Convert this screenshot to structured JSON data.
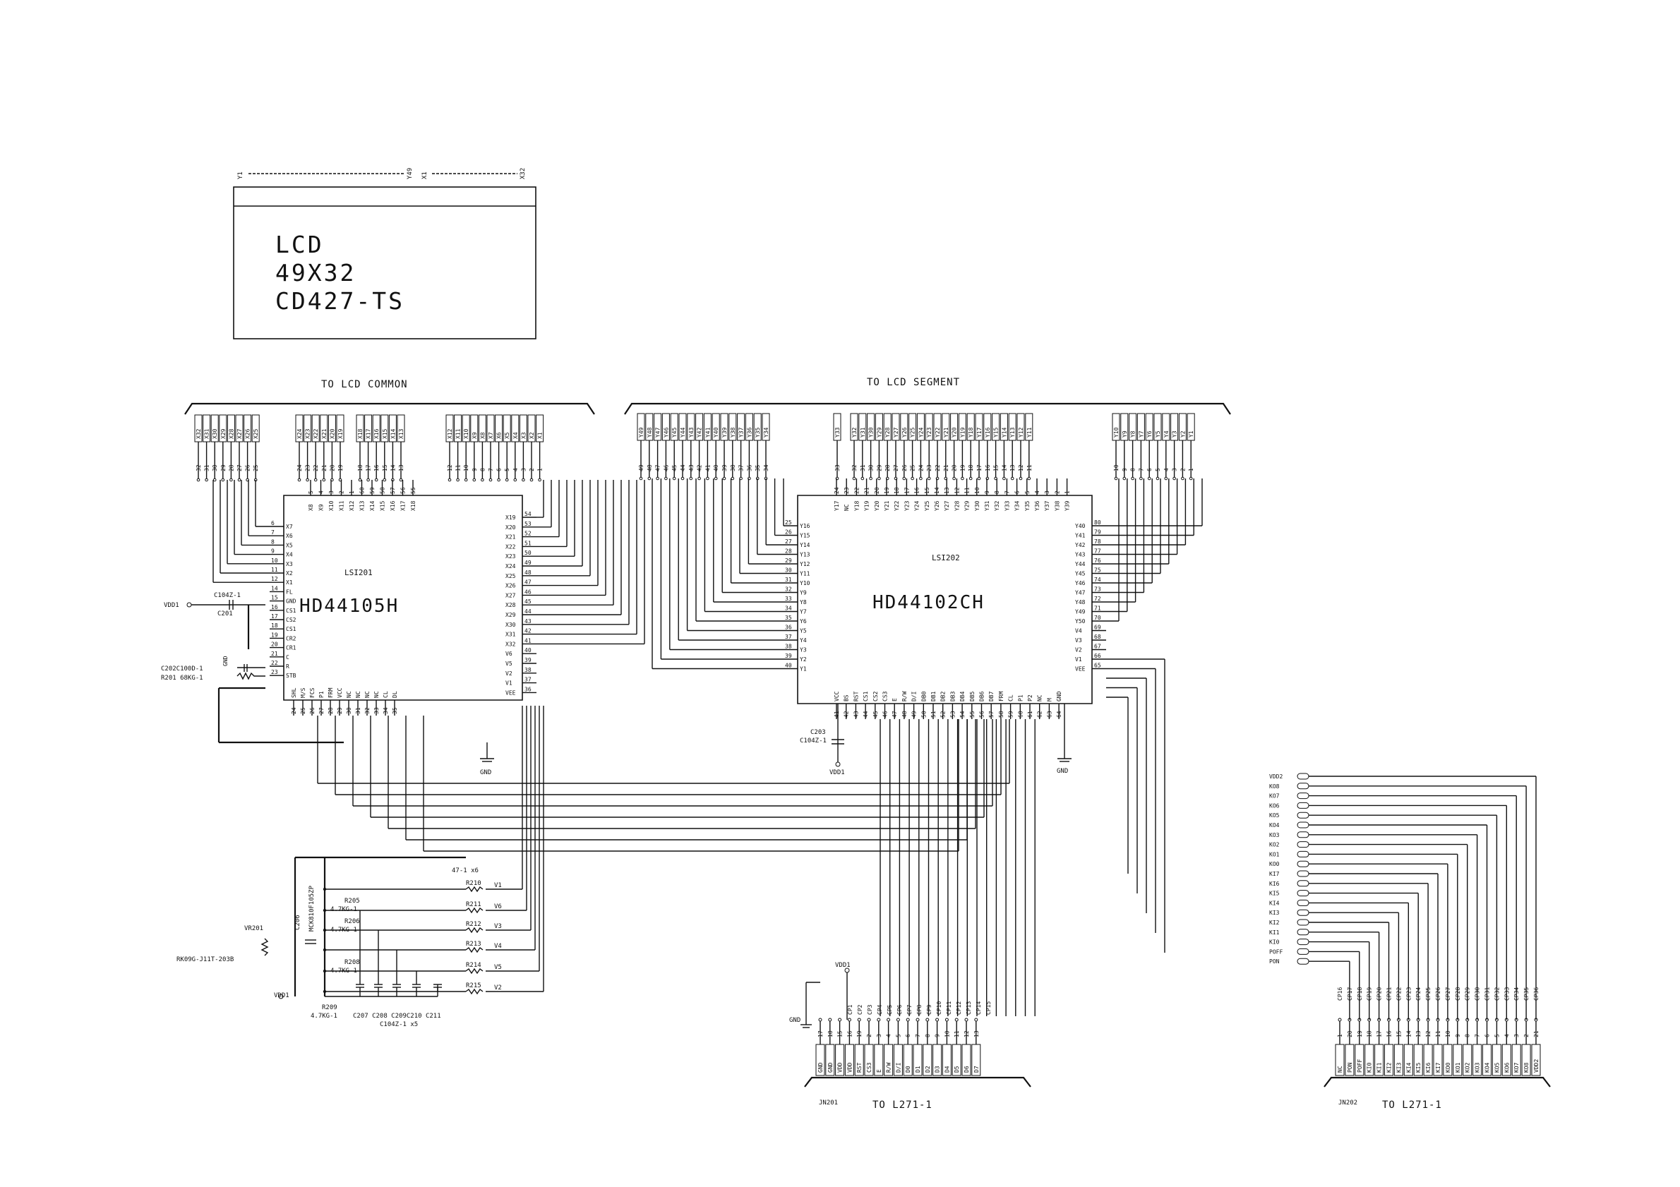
{
  "lcd": {
    "lines": [
      "LCD",
      "49X32",
      "CD427-TS"
    ],
    "top_labels": [
      "Y1",
      "Y49",
      "X1",
      "X32"
    ]
  },
  "headers": {
    "common": "TO LCD  COMMON",
    "segment": "TO LCD  SEGMENT"
  },
  "lsi201": {
    "ref": "LSI201",
    "part": "HD44105H",
    "left_pins": [
      {
        "num": "6",
        "name": "X7"
      },
      {
        "num": "7",
        "name": "X6"
      },
      {
        "num": "8",
        "name": "X5"
      },
      {
        "num": "9",
        "name": "X4"
      },
      {
        "num": "10",
        "name": "X3"
      },
      {
        "num": "11",
        "name": "X2"
      },
      {
        "num": "12",
        "name": "X1"
      },
      {
        "num": "14",
        "name": "FL"
      },
      {
        "num": "15",
        "name": "GND"
      },
      {
        "num": "16",
        "name": "CS1"
      },
      {
        "num": "17",
        "name": "CS2"
      },
      {
        "num": "18",
        "name": "CS1"
      },
      {
        "num": "19",
        "name": "CR2"
      },
      {
        "num": "20",
        "name": "CR1"
      },
      {
        "num": "21",
        "name": "C"
      },
      {
        "num": "22",
        "name": "R"
      },
      {
        "num": "23",
        "name": "STB"
      }
    ],
    "right_pins": [
      {
        "num": "54",
        "name": "X19"
      },
      {
        "num": "53",
        "name": "X20"
      },
      {
        "num": "52",
        "name": "X21"
      },
      {
        "num": "51",
        "name": "X22"
      },
      {
        "num": "50",
        "name": "X23"
      },
      {
        "num": "49",
        "name": "X24"
      },
      {
        "num": "48",
        "name": "X25"
      },
      {
        "num": "47",
        "name": "X26"
      },
      {
        "num": "46",
        "name": "X27"
      },
      {
        "num": "45",
        "name": "X28"
      },
      {
        "num": "44",
        "name": "X29"
      },
      {
        "num": "43",
        "name": "X30"
      },
      {
        "num": "42",
        "name": "X31"
      },
      {
        "num": "41",
        "name": "X32"
      },
      {
        "num": "40",
        "name": "V6"
      },
      {
        "num": "39",
        "name": "V5"
      },
      {
        "num": "38",
        "name": "V2"
      },
      {
        "num": "37",
        "name": "V1"
      },
      {
        "num": "36",
        "name": "VEE"
      }
    ],
    "top_pins": [
      {
        "num": "5",
        "name": "X8"
      },
      {
        "num": "4",
        "name": "X9"
      },
      {
        "num": "3",
        "name": "X10"
      },
      {
        "num": "2",
        "name": "X11"
      },
      {
        "num": "1",
        "name": "X12"
      },
      {
        "num": "60",
        "name": "X13"
      },
      {
        "num": "59",
        "name": "X14"
      },
      {
        "num": "58",
        "name": "X15"
      },
      {
        "num": "57",
        "name": "X16"
      },
      {
        "num": "56",
        "name": "X17"
      },
      {
        "num": "55",
        "name": "X18"
      }
    ],
    "bottom_pins": [
      {
        "num": "24",
        "name": "SHL"
      },
      {
        "num": "25",
        "name": "M/S"
      },
      {
        "num": "26",
        "name": "FCS"
      },
      {
        "num": "27",
        "name": "P1"
      },
      {
        "num": "28",
        "name": "FRM"
      },
      {
        "num": "29",
        "name": "VCC"
      },
      {
        "num": "30",
        "name": "NC"
      },
      {
        "num": "31",
        "name": "NC"
      },
      {
        "num": "32",
        "name": "NC"
      },
      {
        "num": "33",
        "name": "NC"
      },
      {
        "num": "34",
        "name": "CL"
      },
      {
        "num": "35",
        "name": "DL"
      }
    ],
    "common_pins": [
      "X32",
      "X31",
      "X30",
      "X29",
      "X28",
      "X27",
      "X26",
      "X25",
      "X24",
      "X23",
      "X22",
      "X21",
      "X20",
      "X19",
      "X18",
      "X17",
      "X16",
      "X15",
      "X14",
      "X13",
      "X12",
      "X11",
      "X10",
      "X9",
      "X8",
      "X7",
      "X6",
      "X5",
      "X4",
      "X3",
      "X2",
      "X1"
    ]
  },
  "lsi202": {
    "ref": "LSI202",
    "part": "HD44102CH",
    "left_pins": [
      {
        "num": "25",
        "name": "Y16"
      },
      {
        "num": "26",
        "name": "Y15"
      },
      {
        "num": "27",
        "name": "Y14"
      },
      {
        "num": "28",
        "name": "Y13"
      },
      {
        "num": "29",
        "name": "Y12"
      },
      {
        "num": "30",
        "name": "Y11"
      },
      {
        "num": "31",
        "name": "Y10"
      },
      {
        "num": "32",
        "name": "Y9"
      },
      {
        "num": "33",
        "name": "Y8"
      },
      {
        "num": "34",
        "name": "Y7"
      },
      {
        "num": "35",
        "name": "Y6"
      },
      {
        "num": "36",
        "name": "Y5"
      },
      {
        "num": "37",
        "name": "Y4"
      },
      {
        "num": "38",
        "name": "Y3"
      },
      {
        "num": "39",
        "name": "Y2"
      },
      {
        "num": "40",
        "name": "Y1"
      }
    ],
    "right_pins": [
      {
        "num": "80",
        "name": "Y40"
      },
      {
        "num": "79",
        "name": "Y41"
      },
      {
        "num": "78",
        "name": "Y42"
      },
      {
        "num": "77",
        "name": "Y43"
      },
      {
        "num": "76",
        "name": "Y44"
      },
      {
        "num": "75",
        "name": "Y45"
      },
      {
        "num": "74",
        "name": "Y46"
      },
      {
        "num": "73",
        "name": "Y47"
      },
      {
        "num": "72",
        "name": "Y48"
      },
      {
        "num": "71",
        "name": "Y49"
      },
      {
        "num": "70",
        "name": "Y50"
      },
      {
        "num": "69",
        "name": "V4"
      },
      {
        "num": "68",
        "name": "V3"
      },
      {
        "num": "67",
        "name": "V2"
      },
      {
        "num": "66",
        "name": "V1"
      },
      {
        "num": "65",
        "name": "VEE"
      }
    ],
    "top_pins": [
      {
        "num": "24",
        "name": "Y17"
      },
      {
        "num": "23",
        "name": "NC"
      },
      {
        "num": "22",
        "name": "Y18"
      },
      {
        "num": "21",
        "name": "Y19"
      },
      {
        "num": "20",
        "name": "Y20"
      },
      {
        "num": "19",
        "name": "Y21"
      },
      {
        "num": "18",
        "name": "Y22"
      },
      {
        "num": "17",
        "name": "Y23"
      },
      {
        "num": "16",
        "name": "Y24"
      },
      {
        "num": "15",
        "name": "Y25"
      },
      {
        "num": "14",
        "name": "Y26"
      },
      {
        "num": "13",
        "name": "Y27"
      },
      {
        "num": "12",
        "name": "Y28"
      },
      {
        "num": "11",
        "name": "Y29"
      },
      {
        "num": "10",
        "name": "Y30"
      },
      {
        "num": "9",
        "name": "Y31"
      },
      {
        "num": "8",
        "name": "Y32"
      },
      {
        "num": "7",
        "name": "Y33"
      },
      {
        "num": "6",
        "name": "Y34"
      },
      {
        "num": "5",
        "name": "Y35"
      },
      {
        "num": "4",
        "name": "Y36"
      },
      {
        "num": "3",
        "name": "Y37"
      },
      {
        "num": "2",
        "name": "Y38"
      },
      {
        "num": "1",
        "name": "Y39"
      }
    ],
    "bottom_pins": [
      {
        "num": "41",
        "name": "VCC"
      },
      {
        "num": "42",
        "name": "BS"
      },
      {
        "num": "43",
        "name": "RST"
      },
      {
        "num": "44",
        "name": "CS1"
      },
      {
        "num": "45",
        "name": "CS2"
      },
      {
        "num": "46",
        "name": "CS3"
      },
      {
        "num": "47",
        "name": "E"
      },
      {
        "num": "48",
        "name": "R/W"
      },
      {
        "num": "49",
        "name": "D/I"
      },
      {
        "num": "50",
        "name": "DB0"
      },
      {
        "num": "51",
        "name": "DB1"
      },
      {
        "num": "52",
        "name": "DB2"
      },
      {
        "num": "53",
        "name": "DB3"
      },
      {
        "num": "54",
        "name": "DB4"
      },
      {
        "num": "55",
        "name": "DB5"
      },
      {
        "num": "56",
        "name": "DB6"
      },
      {
        "num": "57",
        "name": "DB7"
      },
      {
        "num": "58",
        "name": "FRM"
      },
      {
        "num": "59",
        "name": "CL"
      },
      {
        "num": "60",
        "name": "P1"
      },
      {
        "num": "61",
        "name": "P2"
      },
      {
        "num": "62",
        "name": "NC"
      },
      {
        "num": "63",
        "name": "M"
      },
      {
        "num": "64",
        "name": "GND"
      }
    ],
    "segment_pins": [
      "Y49",
      "Y48",
      "Y47",
      "Y46",
      "Y45",
      "Y44",
      "Y43",
      "Y42",
      "Y41",
      "Y40",
      "Y39",
      "Y38",
      "Y37",
      "Y36",
      "Y35",
      "Y34",
      "Y33",
      "Y32",
      "Y31",
      "Y30",
      "Y29",
      "Y28",
      "Y27",
      "Y26",
      "Y25",
      "Y24",
      "Y23",
      "Y22",
      "Y21",
      "Y20",
      "Y19",
      "Y18",
      "Y17",
      "Y16",
      "Y15",
      "Y14",
      "Y13",
      "Y12",
      "Y11",
      "Y10",
      "Y9",
      "Y8",
      "Y7",
      "Y6",
      "Y5",
      "Y4",
      "Y3",
      "Y2",
      "Y1"
    ]
  },
  "components": {
    "vdd1": "VDD1",
    "gnd": "GND",
    "c104z": "C104Z-1",
    "c201": "C201",
    "c202": "C202C100D-1",
    "r201": "R201 68KG-1",
    "c203": "C203",
    "c203_val": "C104Z-1",
    "c206": "C206",
    "c206_val": "MCK810F105ZP",
    "vr201": "VR201",
    "vr201_part": "RK09G-J11T-203B",
    "r205": "R205",
    "r206": "R206",
    "r208": "R208",
    "r209": "R209",
    "res_val": "4.7KG-1",
    "r_series": "47-1 x6",
    "rails": [
      {
        "r": "R210",
        "v": "V1"
      },
      {
        "r": "R211",
        "v": "V6"
      },
      {
        "r": "R212",
        "v": "V3"
      },
      {
        "r": "R213",
        "v": "V4"
      },
      {
        "r": "R214",
        "v": "V5"
      },
      {
        "r": "R215",
        "v": "V2"
      }
    ],
    "caps": "C207 C208 C209C210 C211",
    "caps_val": "C104Z-1 x5"
  },
  "jn201": {
    "ref": "JN201",
    "dest": "TO  L271-1",
    "pins": [
      "GND",
      "GND",
      "VDD",
      "VDD",
      "RST",
      "CS3",
      "E",
      "R/W",
      "D/I",
      "D0",
      "D1",
      "D2",
      "D3",
      "D4",
      "D5",
      "D6",
      "D7"
    ],
    "nums": [
      "17",
      "18",
      "15",
      "16",
      "19",
      "2",
      "3",
      "4",
      "5",
      "6",
      "7",
      "8",
      "9",
      "10",
      "11",
      "12",
      "13"
    ],
    "cps": [
      "CP1",
      "CP2",
      "CP3",
      "CP4",
      "CP5",
      "CP6",
      "CP7",
      "CP8",
      "CP9",
      "CP10",
      "CP11",
      "CP12",
      "CP13",
      "CP14",
      "CP15"
    ]
  },
  "jn202": {
    "ref": "JN202",
    "dest": "TO  L271-1",
    "pins": [
      "NC",
      "PON",
      "POFF",
      "KI0",
      "KI1",
      "KI2",
      "KI3",
      "KI4",
      "KI5",
      "KI6",
      "KI7",
      "KO0",
      "KO1",
      "KO2",
      "KO3",
      "KO4",
      "KO5",
      "KO6",
      "KO7",
      "KO8",
      "VDD2"
    ],
    "nums": [
      "1",
      "20",
      "19",
      "18",
      "17",
      "16",
      "15",
      "14",
      "13",
      "12",
      "11",
      "10",
      "9",
      "8",
      "7",
      "6",
      "5",
      "4",
      "3",
      "2",
      "21"
    ],
    "cps": [
      "CP16",
      "CP17",
      "CP18",
      "CP19",
      "CP20",
      "CP21",
      "CP22",
      "CP23",
      "CP24",
      "CP25",
      "CP26",
      "CP27",
      "CP28",
      "CP29",
      "CP30",
      "CP31",
      "CP32",
      "CP33",
      "CP34",
      "CP35",
      "CP36"
    ],
    "signals": [
      "VDD2",
      "KO8",
      "KO7",
      "KO6",
      "KO5",
      "KO4",
      "KO3",
      "KO2",
      "KO1",
      "KO0",
      "KI7",
      "KI6",
      "KI5",
      "KI4",
      "KI3",
      "KI2",
      "KI1",
      "KI0",
      "POFF",
      "PON"
    ]
  }
}
